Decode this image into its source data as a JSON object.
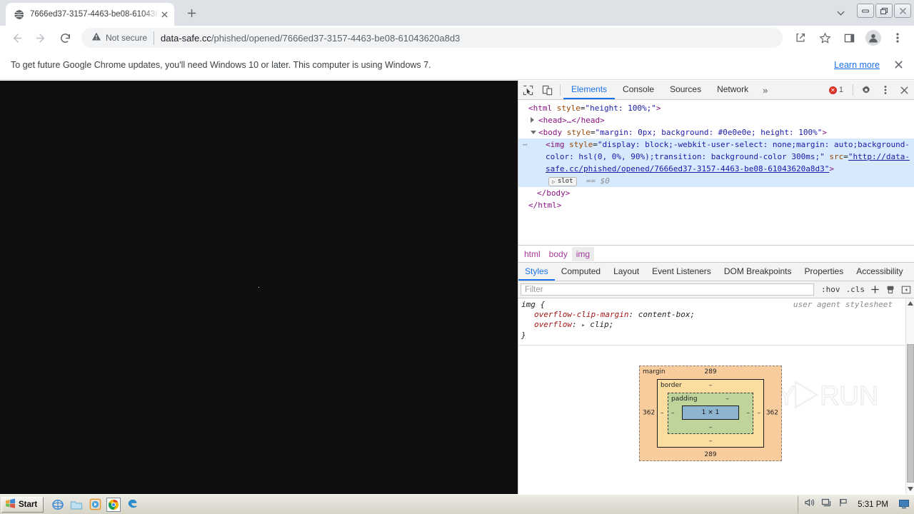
{
  "browser": {
    "tab": {
      "favicon": "globe-icon",
      "title": "7666ed37-3157-4463-be08-610436",
      "close_label": "✕"
    },
    "new_tab_label": "+",
    "tab_search_icon": "chevron-down-icon",
    "window_controls": {
      "minimize": "minimize-icon",
      "maximize": "restore-icon",
      "close": "close-icon"
    },
    "toolbar": {
      "back_icon": "arrow-left-icon",
      "forward_icon": "arrow-right-icon",
      "reload_icon": "reload-icon",
      "security_icon": "warning-triangle-icon",
      "security_label": "Not secure",
      "url_host": "data-safe.cc",
      "url_path": "/phished/opened/7666ed37-3157-4463-be08-61043620a8d3",
      "share_icon": "share-icon",
      "bookmark_icon": "star-icon",
      "side_panel_icon": "side-panel-icon",
      "profile_icon": "avatar-icon",
      "menu_icon": "three-dot-menu-icon"
    },
    "infobar": {
      "message": "To get future Google Chrome updates, you'll need Windows 10 or later. This computer is using Windows 7.",
      "link_label": "Learn more",
      "close_label": "✕"
    }
  },
  "page": {
    "background_color": "#0e0e0e",
    "image_size_label": "1 × 1"
  },
  "devtools": {
    "inspect_icon": "inspect-cursor-icon",
    "device_icon": "device-toolbar-icon",
    "tabs": [
      {
        "label": "Elements",
        "active": true
      },
      {
        "label": "Console",
        "active": false
      },
      {
        "label": "Sources",
        "active": false
      },
      {
        "label": "Network",
        "active": false
      }
    ],
    "more_tabs_label": "»",
    "error_count": "1",
    "settings_icon": "gear-icon",
    "kebab_icon": "three-dot-menu-icon",
    "close_icon": "close-icon",
    "dom": {
      "line1": {
        "tag_open": "<html",
        "attr": "style",
        "value": "\"height: 100%;\"",
        "tag_close": ">"
      },
      "line2": {
        "text": "<head>…</head>"
      },
      "line3": {
        "tag_open": "<body",
        "attr": "style",
        "value": "\"margin: 0px; background: #0e0e0e; height: 100%\"",
        "tag_close": ">"
      },
      "line4": {
        "overflow_dots": "⋯",
        "tag_open": "<img",
        "attr": "style",
        "value": "\"display: block;-webkit-user-select: none;margin: auto;background-color: hsl(0, 0%, 90%);transition: background-color 300ms;\"",
        "attr2": "src",
        "value2": "\"http://data-safe.cc/phished/opened/7666ed37-3157-4463-be08-61043620a8d3\"",
        "tag_close": ">"
      },
      "line5": {
        "badge": "slot",
        "eq": "==",
        "ref": "$0"
      },
      "line6": {
        "text": "</body>"
      },
      "line7": {
        "text": "</html>"
      }
    },
    "breadcrumbs": [
      {
        "label": "html",
        "active": false
      },
      {
        "label": "body",
        "active": false
      },
      {
        "label": "img",
        "active": true
      }
    ],
    "style_tabs": [
      {
        "label": "Styles",
        "active": true
      },
      {
        "label": "Computed",
        "active": false
      },
      {
        "label": "Layout",
        "active": false
      },
      {
        "label": "Event Listeners",
        "active": false
      },
      {
        "label": "DOM Breakpoints",
        "active": false
      },
      {
        "label": "Properties",
        "active": false
      },
      {
        "label": "Accessibility",
        "active": false
      }
    ],
    "filter": {
      "placeholder": "Filter",
      "value": "",
      "hov_label": ":hov",
      "cls_label": ".cls",
      "plus_label": "+",
      "new_style_icon": "new-style-rule-icon",
      "toggle_sidebar_icon": "toggle-sidebar-icon"
    },
    "rules": {
      "selector": "img {",
      "origin": "user agent stylesheet",
      "properties": [
        {
          "name": "overflow-clip-margin",
          "value": "content-box;"
        },
        {
          "name": "overflow",
          "value": "clip;",
          "expandable": true
        }
      ],
      "close": "}"
    },
    "box_model": {
      "margin_label": "margin",
      "margin_top": "289",
      "margin_bottom": "289",
      "margin_left": "362",
      "margin_right": "362",
      "border_label": "border",
      "border_top": "–",
      "border_bottom": "–",
      "border_left": "–",
      "border_right": "–",
      "padding_label": "padding",
      "padding_top": "–",
      "padding_bottom": "–",
      "padding_left": "–",
      "padding_right": "–",
      "content": "1 × 1"
    }
  },
  "watermark": {
    "text": "ANY.RUN"
  },
  "taskbar": {
    "start_label": "Start",
    "start_icon": "windows-logo-icon",
    "quick_launch": [
      {
        "name": "internet-explorer-icon"
      },
      {
        "name": "windows-explorer-icon"
      },
      {
        "name": "media-player-icon"
      },
      {
        "name": "google-chrome-icon",
        "active": true
      },
      {
        "name": "microsoft-edge-icon"
      }
    ],
    "tray": [
      {
        "name": "volume-icon"
      },
      {
        "name": "network-icon"
      },
      {
        "name": "action-flag-icon"
      }
    ],
    "time": "5:31 PM",
    "show_desktop_icon": "show-desktop-icon"
  }
}
